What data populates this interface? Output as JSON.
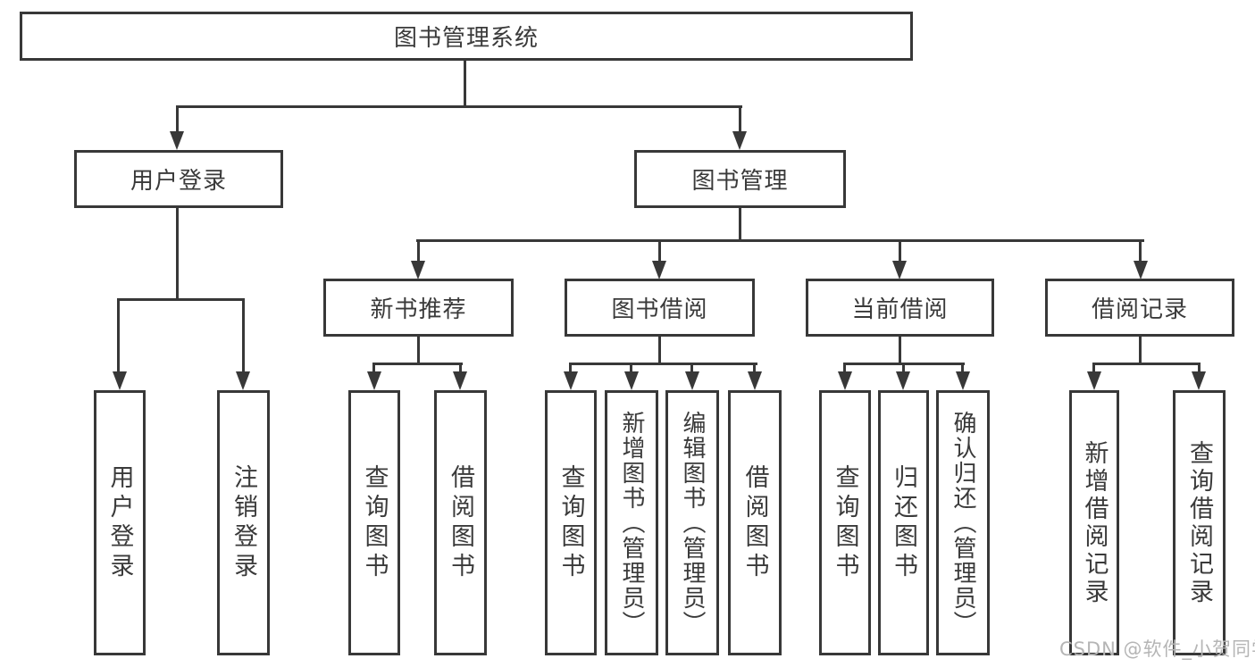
{
  "tree": {
    "label": "图书管理系统",
    "children": [
      {
        "label": "用户登录",
        "children": [
          {
            "label": "用户登录"
          },
          {
            "label": "注销登录"
          }
        ]
      },
      {
        "label": "图书管理",
        "children": [
          {
            "label": "新书推荐",
            "children": [
              {
                "label": "查询图书"
              },
              {
                "label": "借阅图书"
              }
            ]
          },
          {
            "label": "图书借阅",
            "children": [
              {
                "label": "查询图书"
              },
              {
                "label": "新增图书（管理员）"
              },
              {
                "label": "编辑图书（管理员）"
              },
              {
                "label": "借阅图书"
              }
            ]
          },
          {
            "label": "当前借阅",
            "children": [
              {
                "label": "查询图书"
              },
              {
                "label": "归还图书"
              },
              {
                "label": "确认归还（管理员）"
              }
            ]
          },
          {
            "label": "借阅记录",
            "children": [
              {
                "label": "新增借阅记录"
              },
              {
                "label": "查询借阅记录"
              }
            ]
          }
        ]
      }
    ]
  },
  "watermark": {
    "text": "CSDN @软件_小贺同学"
  },
  "colors": {
    "line": "#383838",
    "text": "#3a3a3a",
    "watermark": "#b5b5b5",
    "background": "#ffffff"
  }
}
